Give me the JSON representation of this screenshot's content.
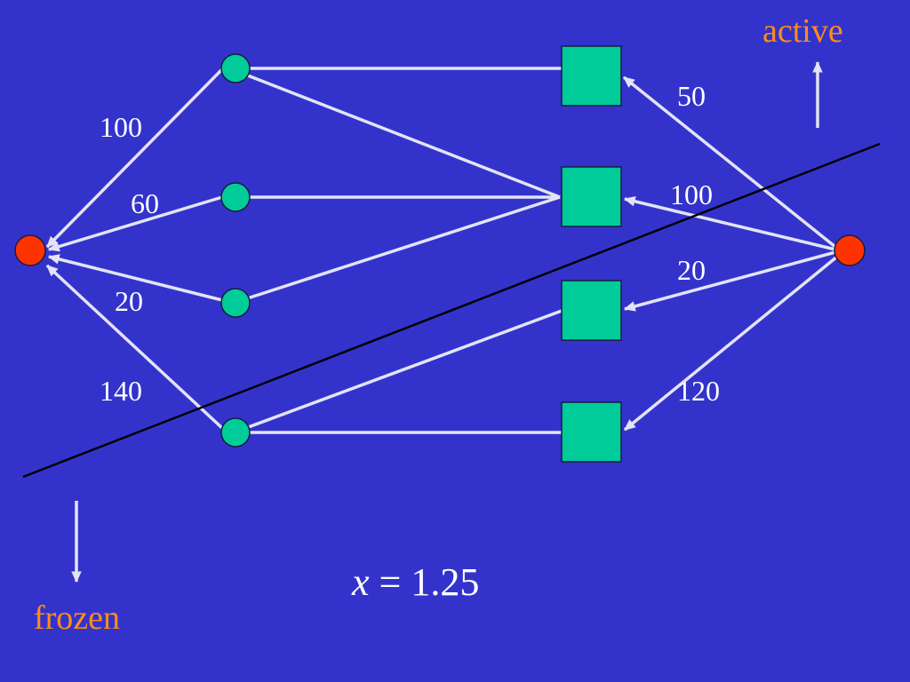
{
  "colors": {
    "background": "#3333cc",
    "edge": "#e3e3f7",
    "node_green": "#00cc99",
    "node_red": "#ff3300",
    "cut_line": "#000000",
    "tag_text": "#ff8c1a",
    "label_text": "#ffffff"
  },
  "tags": {
    "active": "active",
    "frozen": "frozen"
  },
  "equation": {
    "variable": "x",
    "equals": " = ",
    "value": "1.25"
  },
  "edge_labels": {
    "left_1": "100",
    "left_2": "60",
    "left_3": "20",
    "left_4": "140",
    "right_1": "50",
    "right_2": "100",
    "right_3": "20",
    "right_4": "120"
  }
}
